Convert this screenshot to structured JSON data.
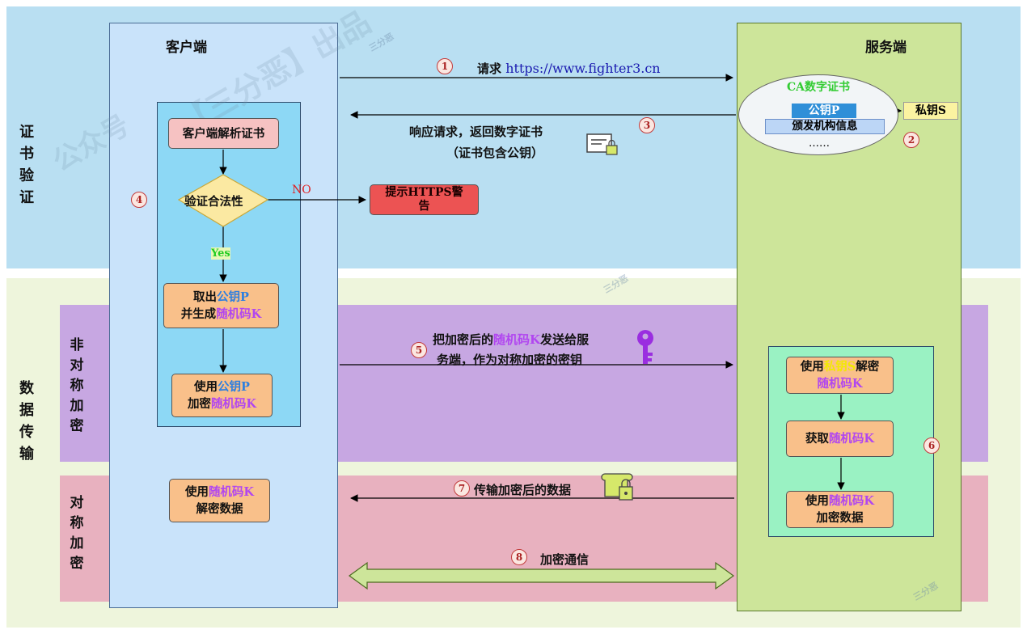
{
  "side_labels": {
    "verification": [
      "证",
      "书",
      "验",
      "证"
    ],
    "data_transfer": [
      "数",
      "据",
      "传",
      "输"
    ],
    "asymmetric": [
      "非",
      "对",
      "称",
      "加",
      "密"
    ],
    "symmetric": [
      "对",
      "称",
      "加",
      "密"
    ]
  },
  "client": {
    "title": "客户端",
    "parse_cert": "客户端解析证书",
    "validate": "验证合法性",
    "no_label": "NO",
    "yes_label": "Yes",
    "warning": [
      "提示HTTPS警",
      "告"
    ],
    "extract": {
      "line1_prefix": "取出",
      "pubkey": "公钥P",
      "line2_prefix": "并生成",
      "randkey": "随机码K"
    },
    "encrypt": {
      "line1_prefix": "使用",
      "pubkey": "公钥P",
      "line2_prefix": "加密",
      "randkey": "随机码K"
    },
    "decrypt_data": {
      "line1_prefix": "使用",
      "randkey": "随机码K",
      "line2": "解密数据"
    }
  },
  "server": {
    "title": "服务端",
    "ca_title": "CA数字证书",
    "pubkey": "公钥P",
    "privkey": "私钥S",
    "issuer": "颁发机构信息",
    "ellipsis": "……",
    "decrypt": {
      "line1_prefix": "使用",
      "privkey": "私钥S",
      "line1_suffix": "解密",
      "randkey": "随机码K"
    },
    "obtain": {
      "prefix": "获取",
      "randkey": "随机码K"
    },
    "encrypt_data": {
      "line1_prefix": "使用",
      "randkey": "随机码K",
      "line2": "加密数据"
    }
  },
  "steps": {
    "s1": {
      "num": "1",
      "label": "请求",
      "url": "https://www.fighter3.cn"
    },
    "s2": {
      "num": "2"
    },
    "s3": {
      "num": "3",
      "line1": "响应请求，返回数字证书",
      "line2": "（证书包含公钥）"
    },
    "s4": {
      "num": "4"
    },
    "s5": {
      "num": "5",
      "line1_prefix": "把加密后的",
      "randkey": "随机码K",
      "line1_suffix": "发送给服",
      "line2": "务端，作为对称加密的密钥"
    },
    "s6": {
      "num": "6"
    },
    "s7": {
      "num": "7",
      "label": "传输加密后的数据"
    },
    "s8": {
      "num": "8",
      "label": "加密通信"
    }
  },
  "icons": [
    "certificate-icon",
    "key-icon",
    "scroll-lock-icon",
    "wechat-watermark-icon"
  ],
  "watermarks": {
    "brand": "三分恶",
    "bracket_text": "【三分恶】出品",
    "public": "公众号"
  },
  "colors": {
    "top_band": "#b9dff2",
    "bottom_band": "#eef5dc",
    "purple_band": "#c7a7e2",
    "pink_band": "#e8b1bf",
    "client_panel": "#c9e3fa",
    "server_panel": "#cde59a",
    "pubkey_blue": "#2d7fe0",
    "randkey_purple": "#b146f0",
    "privkey_yellow": "#f2e900",
    "ca_green": "#33cc33"
  }
}
